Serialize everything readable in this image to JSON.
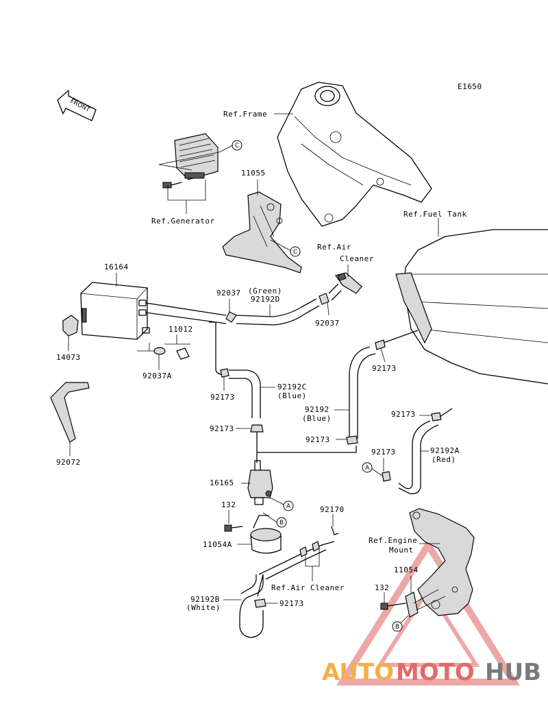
{
  "diagram": {
    "code": "E1650",
    "front_label": "FRONT",
    "labels": {
      "ref_frame": "Ref.Frame",
      "ref_generator": "Ref.Generator",
      "p11055": "11055",
      "ref_fuel_tank": "Ref.Fuel Tank",
      "ref_air_cleaner_top_1": "Ref.Air",
      "ref_air_cleaner_top_2": "Cleaner",
      "p16164": "16164",
      "p92037_a": "92037",
      "green": "(Green)",
      "p92192D": "92192D",
      "p92037_b": "92037",
      "p11012": "11012",
      "p14073": "14073",
      "p92037A": "92037A",
      "p92173_a": "92173",
      "p92192C": "92192C",
      "blue_c": "(Blue)",
      "p92173_b": "92173",
      "p92192": "92192",
      "blue_m": "(Blue)",
      "p92173_c": "92173",
      "p92173_d": "92173",
      "p92173_e": "92173",
      "p92072": "92072",
      "p92173_f": "92173",
      "p92192A": "92192A",
      "red": "(Red)",
      "p16165": "16165",
      "p132_a": "132",
      "p92170": "92170",
      "p11054A": "11054A",
      "ref_engine_mount_1": "Ref.Engine",
      "ref_engine_mount_2": "Mount",
      "p11054": "11054",
      "ref_air_cleaner_bottom": "Ref.Air Cleaner",
      "p132_b": "132",
      "p92192B": "92192B",
      "white": "(White)",
      "p92173_g": "92173"
    },
    "callouts": {
      "c1": "C",
      "c2": "C",
      "a1": "A",
      "a2": "A",
      "b1": "B",
      "b2": "B"
    }
  },
  "watermark": {
    "auto": "AUTO",
    "moto": "MOTO",
    "hub": "HUB",
    "colors": {
      "auto": "#f2b04a",
      "moto": "#e46a6a",
      "hub": "#7a7a7a"
    }
  }
}
